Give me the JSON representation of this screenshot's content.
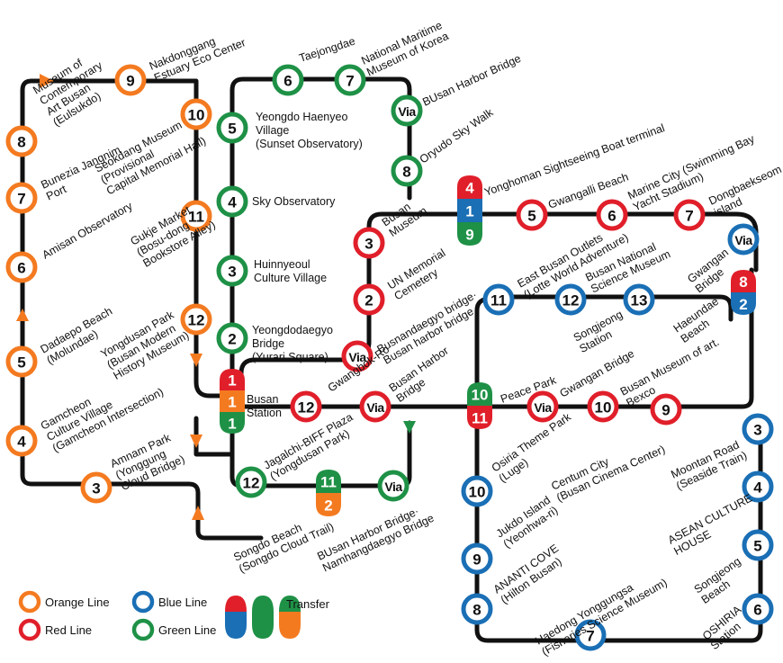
{
  "colors": {
    "orange": "#f47a20",
    "red": "#e01f2a",
    "blue": "#1a6fb5",
    "green": "#1e9146",
    "track": "#111111"
  },
  "stations": {
    "o8": "8",
    "o7": "7",
    "o6": "6",
    "o5": "5",
    "o4": "4",
    "o3": "3",
    "o9": "9",
    "o10": "10",
    "o11": "11",
    "o12": "12",
    "g6": "6",
    "g7": "7",
    "gvia_top": "Via",
    "g8": "8",
    "g5": "5",
    "g4": "4",
    "g3": "3",
    "g2": "2",
    "g12": "12",
    "gvia_bottom": "Via",
    "r3": "3",
    "r2": "2",
    "rvia_mid": "Via",
    "r12": "12",
    "rvia_center": "Via",
    "r5": "5",
    "r6": "6",
    "r7": "7",
    "rvia_east": "Via",
    "r10": "10",
    "r9": "9",
    "b11": "11",
    "b12": "12",
    "b13": "13",
    "b10": "10",
    "b9": "9",
    "b8": "8",
    "b7": "7",
    "b6": "6",
    "b5": "5",
    "b4": "4",
    "b3": "3",
    "bvia": "Via"
  },
  "pills": {
    "busan_station": [
      "1",
      "1",
      "1"
    ],
    "busan_museum": [
      "4",
      "1",
      "9"
    ],
    "haeundae": [
      "8",
      "2"
    ],
    "peace_park": [
      "10",
      "11"
    ],
    "songdo": [
      "11",
      "2"
    ]
  },
  "labels": {
    "nakdonggang": [
      "Nakdonggang",
      "Estuary Eco Center"
    ],
    "museum_art": [
      "Museum of",
      "Contemporary",
      "Art Busan",
      "(Eulsukdo)"
    ],
    "bunezia": [
      "Bunezia Jangnim",
      "Port"
    ],
    "seokdang": [
      "Seokdang Museum",
      "(Provisional",
      "Capital Memorial Hall)"
    ],
    "amisan": [
      "Amisan Observatory"
    ],
    "gukje": [
      "Gukje Market",
      "(Bosu-dong",
      "Bookstore Alley)"
    ],
    "dadaepo": [
      "Dadaepo Beach",
      "(Molundae)"
    ],
    "yongdusan": [
      "Yongdusan Park",
      "(Busan Modern",
      "History Museum)"
    ],
    "gamcheon": [
      "Gamcheon",
      "Culture Village",
      "(Gamcheon Intersection)"
    ],
    "amnam": [
      "Amnam Park",
      "(Yonggung",
      "Cloud Bridge)"
    ],
    "taejongdae": [
      "Taejongdae"
    ],
    "national_maritime": [
      "National Maritime",
      "Museum of Korea"
    ],
    "busan_harbor_bridge_top": [
      "BUsan Harbor Bridge"
    ],
    "yeongdo_haenyeo": [
      "Yeongdo Haenyeo",
      "Village",
      "(Sunset Observatory)"
    ],
    "oryudo": [
      "Oryudo Sky Walk"
    ],
    "sky_observatory": [
      "Sky Observatory"
    ],
    "huinnyeoul": [
      "Huinnyeoul",
      "Culture Village"
    ],
    "yeongdodaegyo": [
      "Yeongdodaegyo",
      "Bridge",
      "(Yurari Square)"
    ],
    "busan_station": [
      "Busan",
      "Station"
    ],
    "jagalchi": [
      "Jagalchi-BIFF Plaza",
      "(Yongdusan Park)"
    ],
    "songdo_beach": [
      "Songdo Beach",
      "(Songdo Cloud Trail)"
    ],
    "namhang": [
      "BUsan Harbor Bridge·",
      "Namhangdaegyo Bridge"
    ],
    "gwangbok": [
      "Gwangbok-Ro"
    ],
    "busan_harbor_bridge_mid": [
      "Busan Harbor",
      "Bridge"
    ],
    "busandaegyo": [
      "Busnandaegyo bridge·",
      "Busan harbor bridge"
    ],
    "un_memorial": [
      "UN Memorial",
      "Cemetery"
    ],
    "busan_museum": [
      "Busan",
      "Museum"
    ],
    "yonghoman": [
      "Yonghoman Sightseeing Boat terminal"
    ],
    "gwangalli": [
      "Gwangalli Beach"
    ],
    "marine_city": [
      "Marine City (Swimming Bay",
      "Yacht Stadium)"
    ],
    "dongbaekseom": [
      "Dongbaekseom",
      "island"
    ],
    "gwangan_bridge_ne": [
      "Gwangan",
      "Bridge"
    ],
    "east_busan": [
      "East Busan Outlets",
      "(Lotte World Adventure)"
    ],
    "science_museum": [
      "Busan National",
      "Science Museum"
    ],
    "songjeong_station": [
      "Songjeong",
      "Station"
    ],
    "haeundae_beach": [
      "Haeundae",
      "Beach"
    ],
    "peace_park": [
      "Peace Park"
    ],
    "gwangan_bridge_mid": [
      "Gwangan Bridge"
    ],
    "busan_moa": [
      "Busan Museum of art.",
      "Bexco"
    ],
    "centum": [
      "Centum City",
      "(Busan Cinema Center)"
    ],
    "osiria_theme": [
      "Osiria Theme Park",
      "(Luge)"
    ],
    "moontan": [
      "Moontan Road",
      "(Seaside Train)"
    ],
    "asean": [
      "ASEAN CULTURE",
      "HOUSE"
    ],
    "jukdo": [
      "Jukdo Island",
      "(Yeonhwa-ri)"
    ],
    "ananti": [
      "ANANTI COVE",
      "(Hilton Busan)"
    ],
    "songjeong_beach": [
      "Songjeong",
      "Beach"
    ],
    "haedong": [
      "Haedong Yonggungsa",
      "(Fisheries Science Museum)"
    ],
    "oshiria": [
      "OSHIRIA",
      "Station"
    ]
  },
  "legend": {
    "orange": "Orange Line",
    "red": "Red Line",
    "blue": "Blue Line",
    "green": "Green Line",
    "transfer": "Transfer"
  },
  "icons": {
    "direction": "triangle-arrow-icon",
    "station": "station-circle-icon"
  }
}
